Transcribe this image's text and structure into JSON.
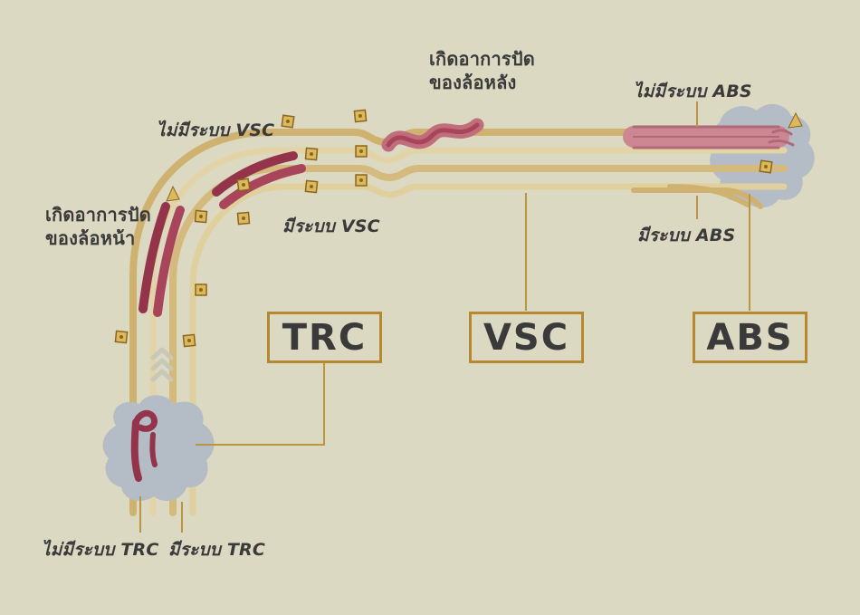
{
  "title": "TRC / VSC / ABS track infographic",
  "labels": {
    "rear_slip": {
      "line1": "เกิดอาการปัด",
      "line2": "ของล้อหลัง"
    },
    "front_slip": {
      "line1": "เกิดอาการปัด",
      "line2": "ของล้อหน้า"
    },
    "no_abs": "ไม่มีระบบ ABS",
    "with_abs": "มีระบบ ABS",
    "no_vsc": "ไม่มีระบบ VSC",
    "with_vsc": "มีระบบ VSC",
    "no_trc": "ไม่มีระบบ TRC",
    "with_trc": "มีระบบ TRC"
  },
  "boxes": {
    "trc": "TRC",
    "vsc": "VSC",
    "abs": "ABS"
  },
  "icons": {
    "track_marker": "gold-square-marker",
    "damage_tip": "gold-triangle-marker",
    "direction": "up-chevrons",
    "ice_patch": "gray-blob",
    "skid_mark": "red-skid-stroke"
  },
  "colors": {
    "bg": "#dbd9c2",
    "road_a": "#cfb26f",
    "road_b": "#e2d4a6",
    "road_c": "#d4ba7c",
    "road_d": "#e0d09e",
    "skid_dark": "#93344a",
    "skid_mid": "#a8455a",
    "skid_light": "#c06e7c",
    "band": "#cc8793",
    "band_edge": "#b06a77",
    "ice": "#b4bdc5",
    "marker": "#dcb95c",
    "marker_edge": "#8a671d",
    "connector": "#bd9440",
    "box_border": "#b5892f",
    "ink": "#3a3a3a",
    "chevron": "#c8c8b6"
  }
}
